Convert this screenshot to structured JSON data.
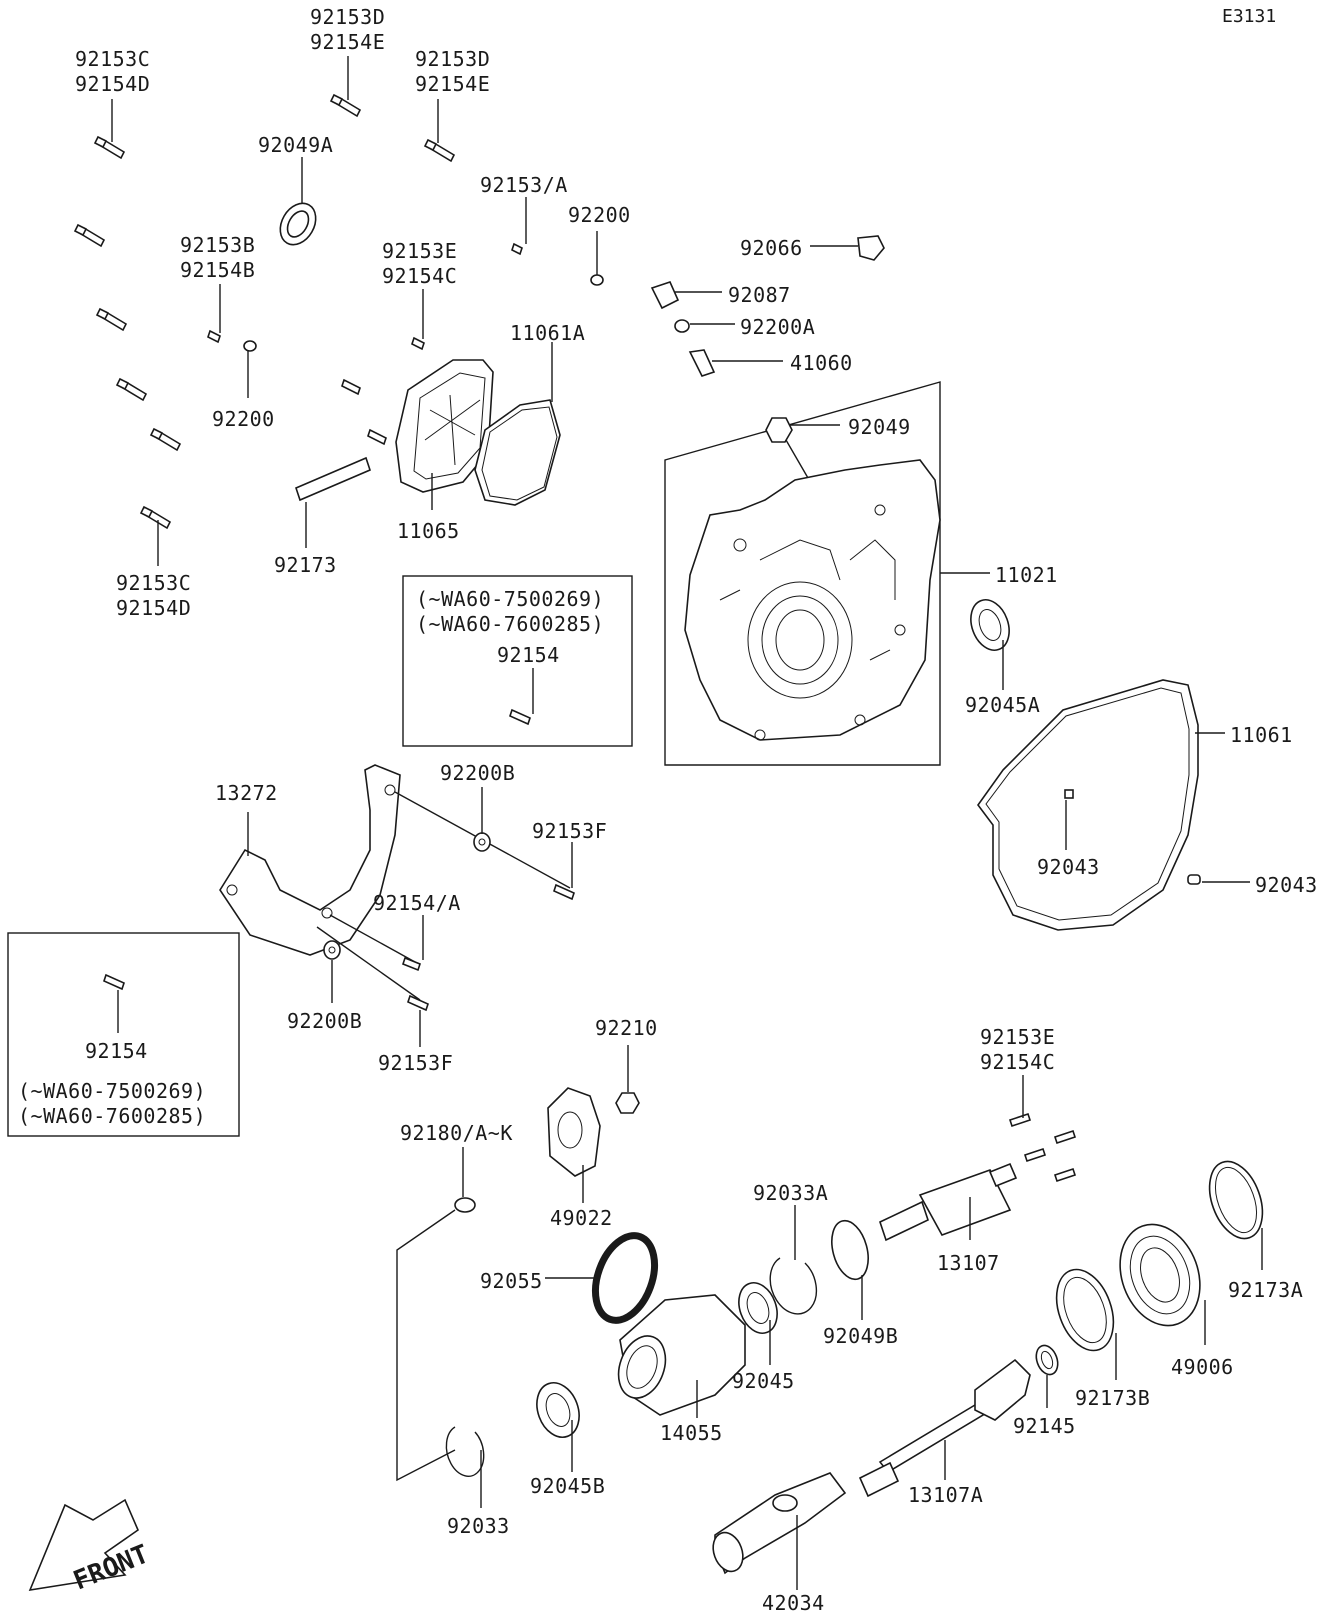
{
  "diagram_code": "E3131",
  "front_label": "FRONT",
  "labels": {
    "l_92153D_92154E_top": [
      "92153D",
      "92154E"
    ],
    "l_92153C_92154D_top": [
      "92153C",
      "92154D"
    ],
    "l_92153D_92154E_b": [
      "92153D",
      "92154E"
    ],
    "l_92049A": [
      "92049A"
    ],
    "l_92153A": [
      "92153/A"
    ],
    "l_92200_a": [
      "92200"
    ],
    "l_92066": [
      "92066"
    ],
    "l_92153B_92154B": [
      "92153B",
      "92154B"
    ],
    "l_92153E_92154C_top": [
      "92153E",
      "92154C"
    ],
    "l_92087": [
      "92087"
    ],
    "l_92200A": [
      "92200A"
    ],
    "l_11061A": [
      "11061A"
    ],
    "l_41060": [
      "41060"
    ],
    "l_92200_b": [
      "92200"
    ],
    "l_92049": [
      "92049"
    ],
    "l_11065": [
      "11065"
    ],
    "l_92173": [
      "92173"
    ],
    "l_92153C_92154D_b": [
      "92153C",
      "92154D"
    ],
    "l_11021": [
      "11021"
    ],
    "l_box1_a": [
      "(~WA60-7500269)",
      "(~WA60-7600285)"
    ],
    "l_92154_box1": [
      "92154"
    ],
    "l_92045A": [
      "92045A"
    ],
    "l_11061": [
      "11061"
    ],
    "l_13272": [
      "13272"
    ],
    "l_92200B_a": [
      "92200B"
    ],
    "l_92153F_a": [
      "92153F"
    ],
    "l_92154A": [
      "92154/A"
    ],
    "l_92043_a": [
      "92043"
    ],
    "l_92043_b": [
      "92043"
    ],
    "l_92154_box2": [
      "92154"
    ],
    "l_box2_a": [
      "(~WA60-7500269)",
      "(~WA60-7600285)"
    ],
    "l_92200B_b": [
      "92200B"
    ],
    "l_92153F_b": [
      "92153F"
    ],
    "l_92210": [
      "92210"
    ],
    "l_92153E_92154C_b": [
      "92153E",
      "92154C"
    ],
    "l_92180": [
      "92180/A~K"
    ],
    "l_49022": [
      "49022"
    ],
    "l_92033A": [
      "92033A"
    ],
    "l_13107": [
      "13107"
    ],
    "l_92055": [
      "92055"
    ],
    "l_92049B": [
      "92049B"
    ],
    "l_92173A": [
      "92173A"
    ],
    "l_92045": [
      "92045"
    ],
    "l_49006": [
      "49006"
    ],
    "l_14055": [
      "14055"
    ],
    "l_92173B": [
      "92173B"
    ],
    "l_92145": [
      "92145"
    ],
    "l_92045B": [
      "92045B"
    ],
    "l_13107A": [
      "13107A"
    ],
    "l_92033": [
      "92033"
    ],
    "l_42034": [
      "42034"
    ]
  }
}
